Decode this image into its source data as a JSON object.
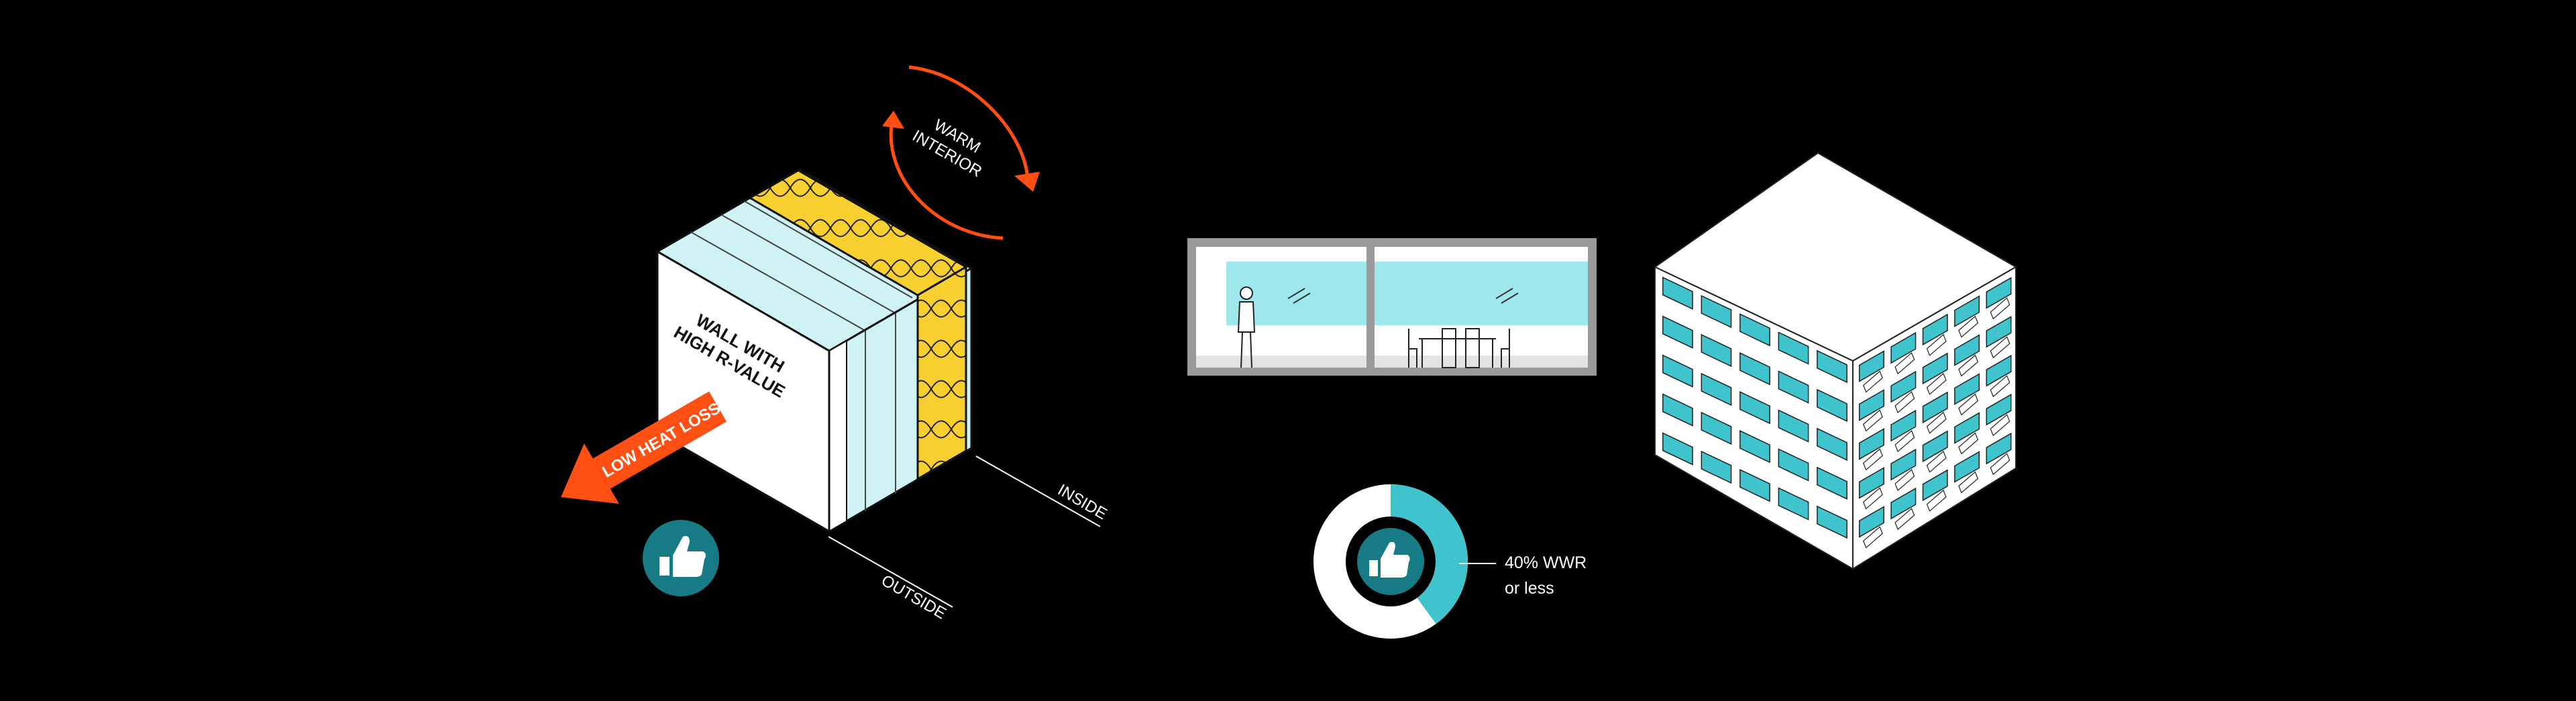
{
  "labels": {
    "warm_interior_line1": "WARM",
    "warm_interior_line2": "INTERIOR",
    "wall_line1": "WALL WITH",
    "wall_line2": "HIGH R-VALUE",
    "low_heat_loss": "LOW HEAT LOSS",
    "inside": "INSIDE",
    "outside": "OUTSIDE",
    "wwr_line1": "40% WWR",
    "wwr_line2": "or less"
  },
  "wwr_fraction": 0.4,
  "icons": {
    "wall_badge": "thumbs-up-icon",
    "wwr_badge": "thumbs-up-icon",
    "circulation": "curved-arrows-icon",
    "heat_arrow": "arrow-left-icon"
  },
  "colors": {
    "background": "#000000",
    "accent_orange": "#FF4F12",
    "insulation_yellow": "#F7CF2E",
    "glass_blue": "#CFF2F5",
    "teal": "#3FC4CD",
    "badge_teal": "#167B85",
    "panel_white": "#FFFFFF",
    "line_gray": "#B8B8B8"
  }
}
